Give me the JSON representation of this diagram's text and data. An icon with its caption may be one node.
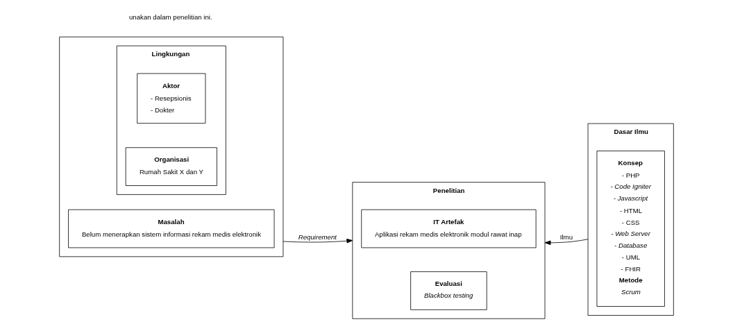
{
  "diagram": {
    "nodes": [
      {
        "text": [],
        "shape": "box"
      },
      {
        "text": [
          "Masalah",
          "Belum menerapkan sistem informasi rekam medis elektronik"
        ],
        "in": 0
      },
      {
        "text": [
          "Lingkungan"
        ],
        "in": 0
      },
      {
        "text": [
          "Aktor",
          "- Resepsionis",
          "- Dokter"
        ],
        "in": 2
      },
      {
        "text": [
          "Organisasi",
          "Rumah Sakit X dan Y"
        ],
        "in": 2
      },
      {
        "text": [
          "Penelitian"
        ]
      },
      {
        "text": [
          "IT Artefak",
          "Aplikasi rekam medis elektronik modul rawat inap"
        ],
        "in": 5
      },
      {
        "text": [
          "Evaluasi",
          "*Blackbox testing*"
        ],
        "in": 5
      },
      {
        "text": [
          "Dasar Ilmu"
        ]
      },
      {
        "text": [
          "Konsep",
          "- PHP",
          "- *Code Igniter*",
          "- *Javascript*",
          "- HTML",
          "- CSS",
          "- *Web Server*",
          "- *Database*",
          "- UML",
          "- FHIR",
          "Metode",
          "*Scrum*"
        ],
        "in": 8
      }
    ],
    "edges": [
      {
        "from": 0,
        "to": 5,
        "arrow": "to",
        "label": "*Requirement*"
      },
      {
        "from": 8,
        "to": 5,
        "arrow": "to",
        "label": "Ilmu"
      }
    ],
    "labels": [
      "unakan dalam penelitian ini."
    ]
  }
}
